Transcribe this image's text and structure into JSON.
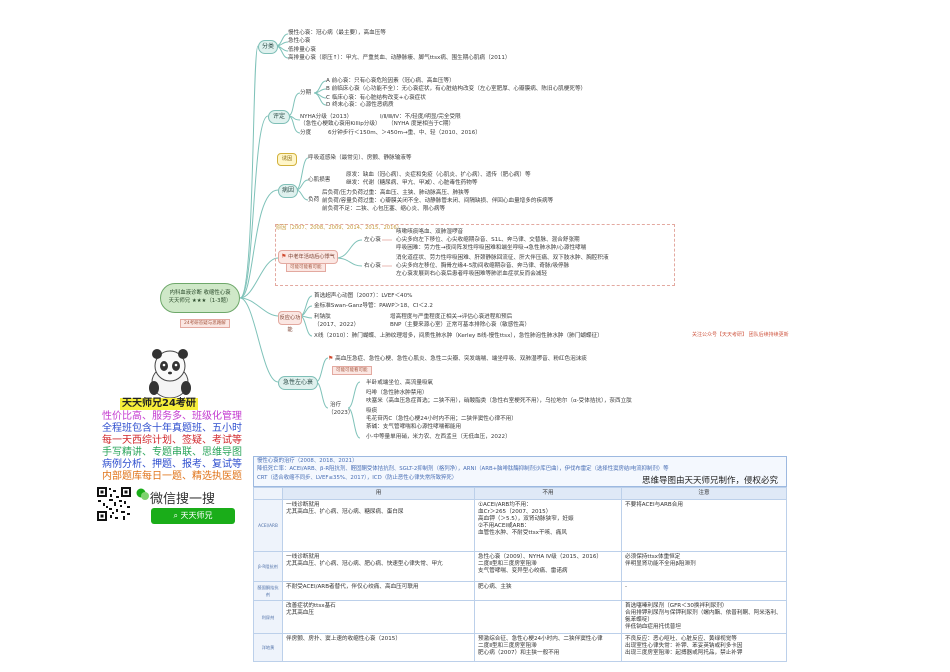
{
  "center": {
    "line1": "内科血液诊断 收缩性心衰",
    "line2": "天天师兄 ★★★（1-3题）",
    "tag": "24考研答疑与思路解"
  },
  "classification": {
    "node": "分类",
    "items": [
      "慢性心衰：冠心病（最主要），高血压等",
      "急性心衰",
      "低排量心衰",
      "高排量心衰（原压↑）：甲亢、严重贫血、动静脉瘘、脚气ttsx病、围生期心肌病（2011）"
    ]
  },
  "evaluation": {
    "node": "评定",
    "staging_label": "分期",
    "staging": [
      "A 前心衰：只有心衰危险因素（冠心病、高血压等）",
      "B 前临床心衰（心功能不全）：无心衰症状，有心脏结构改变（左心室肥厚、心瓣膜病、陈旧心肌梗死等）",
      "C 临床心衰：有心脏结构改变+心衰症状",
      "D 终末心衰：心源性恶病质"
    ],
    "nyha1": "NYHA分级（2013）",
    "nyha2": "（急性心梗致心衰用Killip分级）",
    "nyha3": "Ⅰ/Ⅱ/Ⅲ/Ⅳ：不/轻度/明显/完全受限",
    "nyha4": "（NYHA 度是相当于C期）",
    "grade_label": "分度",
    "grade": "6分钟步行＜150m、＞450m→重、中、轻（2010、2016）"
  },
  "etiology": {
    "node": "病因",
    "badge": "诱因",
    "trigger": "呼吸道感染（最常见）、房颤、静脉输液等",
    "myo_label": "心肌损害",
    "myo1": "原发：缺血（冠心病）、炎症和免疫（心肌炎、扩心病）、遗传（肥心病）等",
    "myo2": "继发：代谢（糖尿病、甲亢、甲减）、心脏毒性药物等",
    "load_label": "负荷",
    "load1": "后负荷/压力负荷过重：高血压、主狭、肺动脉高压、肺狭等",
    "load2": "前负荷/容量负荷过重：心瓣膜关闭不全、动静脉管未闭、间隔缺损、伴回心血量增多的疾病等",
    "load3": "前负荷不足：二狭、心包压塞、缩心炎、限心病等"
  },
  "manifestation": {
    "node": "中老年活动后心悸气短",
    "tag": "可能可能看可能",
    "years": "原因（2007、2008、2009、2014、2015、2016）",
    "left_label": "左心衰",
    "left": [
      "咳嗽咳痰咯血、双肺湿啰音",
      "心尖多向左下移位、心尖收缩期杂音、S1L、奔马律、交替脉、混合舒张期",
      "呼吸困难：劳力性→夜间阵发性呼吸困难和端坐呼吸→急性肺水肿/心源性哮喘"
    ],
    "right_label": "右心衰",
    "right": [
      "消化道症状、劳力性呼吸困难、肝颈静脉回流征、肝大伴压痛、双下肢水肿、胸腔积液",
      "心尖多向左移位、胸骨左缘4-5肋间收缩期杂音、奔马律、奇脉/吸停脉",
      "左心衰发展到右心衰后患者呼吸困难等肺淤血症状反而会减轻"
    ]
  },
  "aux": {
    "node": "反应心功能",
    "items": [
      "首选超声心动图（2007）：LVEF＜40%",
      "金标准Swan-Ganz导管：PAWP＞18、CI＜2.2",
      "利钠肽",
      "（2017、2022）",
      "X线（2010）：肺门蝴蝶、上肺纹理增多，间质性肺水肿（Kerley B线-慢性ttsx），急性肺泡性肺水肿（肺门蝴蝶征）"
    ],
    "bnp1": "增高程度与严重程度正相关→评估心衰进程和预后",
    "bnp2": "BNP（主要来源心室）正常可基本排除心衰（敏感性高）"
  },
  "acute": {
    "node": "急性左心衰",
    "main": "高血压急症、急性心梗、急性心肌炎、急性二尖瓣、突发端喘、端坐呼吸、双肺湿啰音、粉红色泡沫痰",
    "tag": "可能可能看可能",
    "tx_label": "治疗",
    "tx_year": "（2023）",
    "tx": [
      "半卧或端坐位、高流量吸氧",
      "吗啡（急性肺水肿禁用）",
      "呋塞米（高血压急症首选；二狭不用），硝酸脂类（急性右室梗死不用），乌拉地尔（α-受体拮抗），奈西立肽",
      "吸痰",
      "毛花苷丙C（急性心梗24小时内不用；二狭伴窦性心律不用）",
      "茶碱：支气管哮喘和心源性哮喘都能用",
      "小·中等量单用硝，米力农、左西孟旦（无低血压，2022）"
    ]
  },
  "promo": {
    "title": "天天师兄24考研",
    "lines": [
      "性价比高、服务多、班级化管理",
      "全程班包含十年真题班、五小时",
      "每一天西综计划、签疑、考试等",
      "手写精讲、专题串联、思维导图",
      "病例分析、押题、报考、复试等",
      "内部题库每日一题、精选执医题"
    ],
    "search": "微信搜一搜",
    "button": "天天师兄"
  },
  "top_right": {
    "red": "关注公众号【天天考研】  团队后续持续更新"
  },
  "table": {
    "blue1": "慢性心衰的治疗（2008、2018、2021）",
    "blue2": "降低死亡率：ACEI/ARB、β-R阻抗剂、醛固酮受体拮抗剂、SGLT-2抑制剂（格列净），ARNI（ARB+脑啡肽酶抑制剂沙库巴曲），伊伐布雷定（选择性窦房结I电流抑制剂）等",
    "blue3": "CRT（适合收缩不同步、LVEF≤35%、2017），ICD（防止恶性心律失常所致猝死）",
    "copyright": "思维导图由天天师兄制作，侵权必究",
    "headers": [
      "用",
      "不用",
      "注意"
    ],
    "rows": [
      {
        "label": "ACEI/ARB",
        "use": "一线诊断就用\n尤其高血压、扩心病、冠心病、糖尿病、蛋白尿",
        "nouse": "①ACEI/ARB均不用：\n血Cr＞265（2007、2015）\n高血钾（＞5.5），双肾动脉狭窄，妊娠\n②不用ACEI或ARB：\n血管性水肿、不耐受ttsx干咳、痛风",
        "note": "不要将ACEI与ARB合用"
      },
      {
        "label": "β-R阻抗剂",
        "use": "一线诊断就用\n尤其高血压、扩心病、冠心病、肥心病、快速型心律失常、甲亢",
        "nouse": "急性心衰（2009）、NYHA Ⅳ级（2015、2016）\n二度Ⅱ型和三度房室阻滞\n支气管哮喘、变异型心绞痛、雷诺病",
        "note": "必须保持ttsx体重恒定\n伴明显肾功能不全用β阻滞剂"
      },
      {
        "label": "醛固酮拮抗剂",
        "use": "不耐受ACEI/ARB者替代，伴仅心绞痛、高血压可联用",
        "nouse": "肥心病、主狭",
        "note": "-"
      },
      {
        "label": "利尿剂",
        "use": "改善症状的ttsx基石\n尤其高血压",
        "nouse": "",
        "note": "首选噻嗪利尿剂（GFR＜30换袢利尿剂）\n合用排钾利尿剂与保钾利尿剂（螺内酯、依普利酮、阿米洛利、氨苯蝶啶）\n伴低钠血症用托伐普坦"
      },
      {
        "label": "洋地黄",
        "use": "伴房颤、房扑、窦上速的收缩性心衰（2015）",
        "nouse": "预激综合征、急性心梗24小时内、二狭伴窦性心律\n二度Ⅱ型和三度房室阻滞\n肥心病（2007）和主狭一般不用",
        "note": "不良反应：恶心呕吐、心脏反应、黄绿视觉等\n出现室性心律失常：补钾、苯妥英钠或利多卡因\n出现三度房室阻滞：起搏器或阿托品，禁止补钾"
      }
    ]
  }
}
